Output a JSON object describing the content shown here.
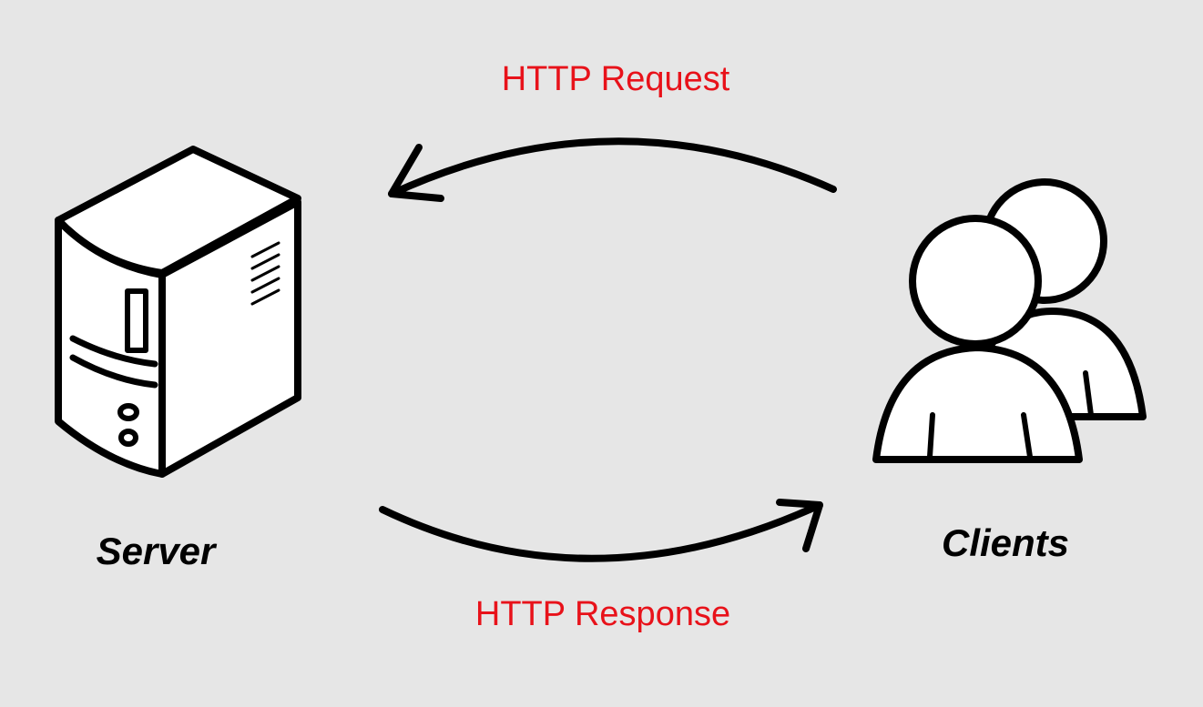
{
  "diagram": {
    "request_label": "HTTP Request",
    "response_label": "HTTP Response",
    "server_label": "Server",
    "clients_label": "Clients"
  },
  "colors": {
    "background": "#e6e6e6",
    "edge_label": "#e8121a",
    "stroke": "#000000",
    "fill": "#ffffff"
  },
  "icons": {
    "server": "server-tower-icon",
    "clients": "users-icon"
  }
}
